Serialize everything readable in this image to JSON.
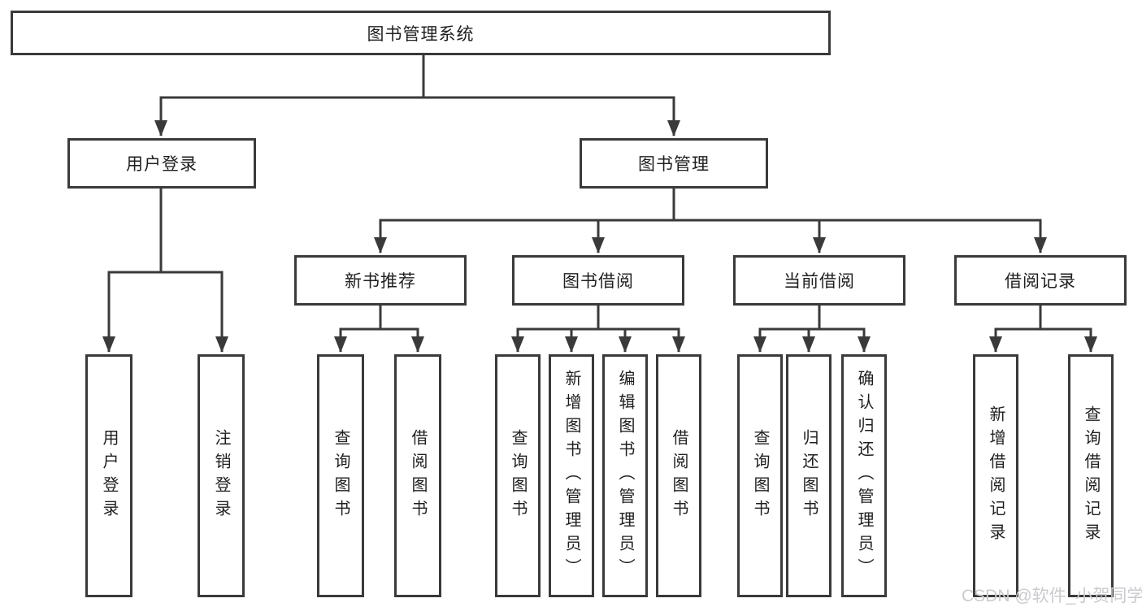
{
  "colors": {
    "line": "#3a3a3a",
    "text": "#1f1f1f",
    "background": "#ffffff",
    "watermark": "#cacbcf"
  },
  "diagram": {
    "root": {
      "label": "图书管理系统"
    },
    "level2": {
      "user_login": {
        "label": "用户登录"
      },
      "book_management": {
        "label": "图书管理"
      }
    },
    "level3": {
      "new_book_recommend": {
        "label": "新书推荐"
      },
      "book_borrow": {
        "label": "图书借阅"
      },
      "current_borrow": {
        "label": "当前借阅"
      },
      "borrow_records": {
        "label": "借阅记录"
      }
    },
    "leaves": {
      "user_login_login": "用户登录",
      "user_login_logout": "注销登录",
      "recommend_query_books": "查询图书",
      "recommend_borrow_books": "借阅图书",
      "borrow_query_books": "查询图书",
      "borrow_add_books": "新增图书（管理员）",
      "borrow_edit_books": "编辑图书（管理员）",
      "borrow_borrow_books": "借阅图书",
      "current_query_books": "查询图书",
      "current_return_books": "归还图书",
      "current_confirm_return": "确认归还（管理员）",
      "records_add_record": "新增借阅记录",
      "records_query_record": "查询借阅记录"
    }
  },
  "watermark": "CSDN @软件_小贺同学"
}
